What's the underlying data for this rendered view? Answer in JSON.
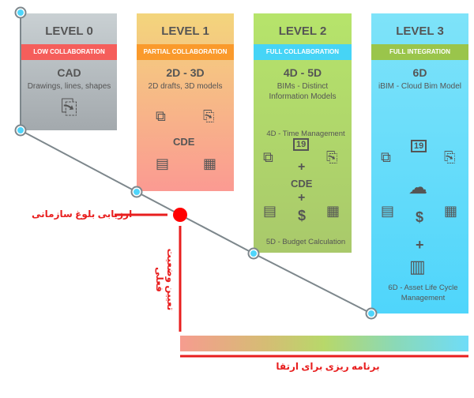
{
  "levels": [
    {
      "level": "LEVEL 0",
      "band": "LOW COLLABORATION",
      "title": "CAD",
      "subtitle": "Drawings, lines, shapes",
      "icons": [
        "documents-icon"
      ]
    },
    {
      "level": "LEVEL 1",
      "band": "PARTIAL COLLABORATION",
      "title": "2D - 3D",
      "subtitle": "2D drafts, 3D models",
      "hub": "CDE",
      "icons": [
        "3d-model-file-icon",
        "documents-icon",
        "text-document-icon",
        "blueprint-icon"
      ]
    },
    {
      "level": "LEVEL 2",
      "band": "FULL COLLABORATION",
      "title": "4D - 5D",
      "subtitle": "BIMs - Distinct Information Models",
      "top_note": "4D - Time Management",
      "hub": "CDE",
      "plus": "+",
      "bottom_note": "5D - Budget Calculation",
      "icons": [
        "3d-model-file-icon",
        "calendar-icon",
        "documents-icon",
        "text-document-icon",
        "dollar-icon",
        "blueprint-icon"
      ]
    },
    {
      "level": "LEVEL 3",
      "band": "FULL INTEGRATION",
      "title": "6D",
      "subtitle": "iBIM - Cloud Bim Model",
      "plus": "+",
      "bottom_note": "6D - Asset Life Cycle Management",
      "icons": [
        "3d-model-file-icon",
        "calendar-icon",
        "documents-icon",
        "cloud-sync-icon",
        "text-document-icon",
        "dollar-icon",
        "blueprint-icon",
        "buildings-icon"
      ]
    }
  ],
  "calendar_day": "19",
  "currency": "$",
  "annotations": {
    "maturity_assessment": "ارزیابی بلوغ سازمانی",
    "current_status": "تعیین وضعیت فعلی",
    "upgrade_planning": "برنامه ریزی برای ارتقا"
  },
  "colors": {
    "accent_red": "#e81e1e",
    "node_fill": "#4fd5fb",
    "line": "#7d878c"
  }
}
